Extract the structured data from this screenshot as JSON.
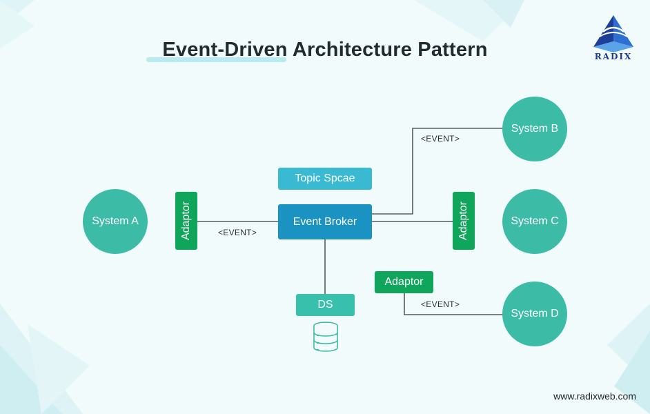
{
  "title": "Event-Driven Architecture Pattern",
  "logo": {
    "text": "RADIX",
    "icon": "pyramid-logo-icon"
  },
  "nodes": {
    "system_a": "System A",
    "system_b": "System B",
    "system_c": "System C",
    "system_d": "System D",
    "event_broker": "Event Broker",
    "topic_space": "Topic Spcae",
    "ds": "DS",
    "adaptor": "Adaptor"
  },
  "edge_labels": {
    "event": "<EVENT>"
  },
  "footer": "www.radixweb.com",
  "colors": {
    "background": "#f1fbfc",
    "system_circle": "#3cbba6",
    "adaptor": "#0fa55a",
    "broker": "#1a93c2",
    "topic": "#39b9d2",
    "ds": "#39c0ac",
    "connector": "#555b60"
  }
}
